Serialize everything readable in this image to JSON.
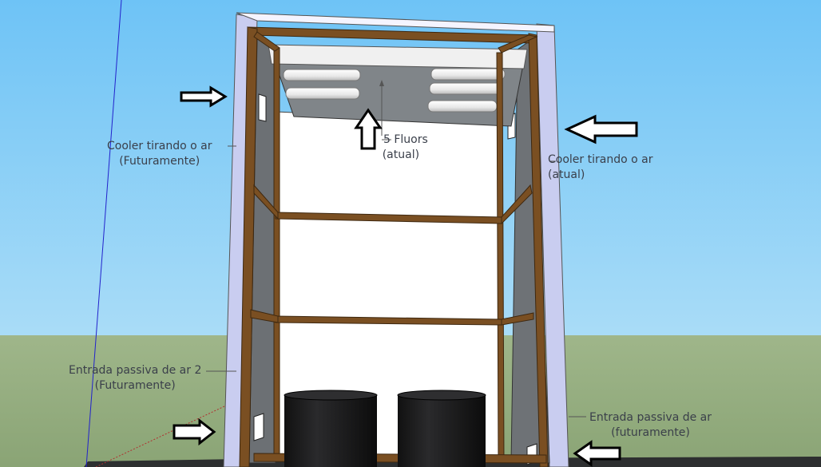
{
  "colors": {
    "sky": "#79c9f7",
    "ground": "#97ae7f",
    "wood": "#7a4f22",
    "interior_wall": "#6c7074",
    "panel_side": "#c9cdf0",
    "fluor_tube": "#f4f4f4",
    "pot": "#1d1d1f",
    "label_text": "#3a3f4a"
  },
  "annotations": {
    "cooler_left": {
      "line1": "Cooler tirando o ar",
      "line2": "(Futuramente)"
    },
    "cooler_right": {
      "line1": "Cooler tirando o ar",
      "line2": "(atual)"
    },
    "fluors": {
      "line1": "5 Fluors",
      "line2": "(atual)"
    },
    "intake_left": {
      "line1": "Entrada passiva de ar 2",
      "line2": "(Futuramente)"
    },
    "intake_right": {
      "line1": "Entrada passiva de ar",
      "line2": "(futuramente)"
    }
  },
  "icons": {
    "arrow_in_left_top": "arrow-right-icon",
    "arrow_in_right_top": "arrow-left-icon",
    "arrow_up_center": "arrow-up-icon",
    "arrow_in_left_bottom": "arrow-right-icon",
    "arrow_in_right_bottom": "arrow-left-icon"
  }
}
